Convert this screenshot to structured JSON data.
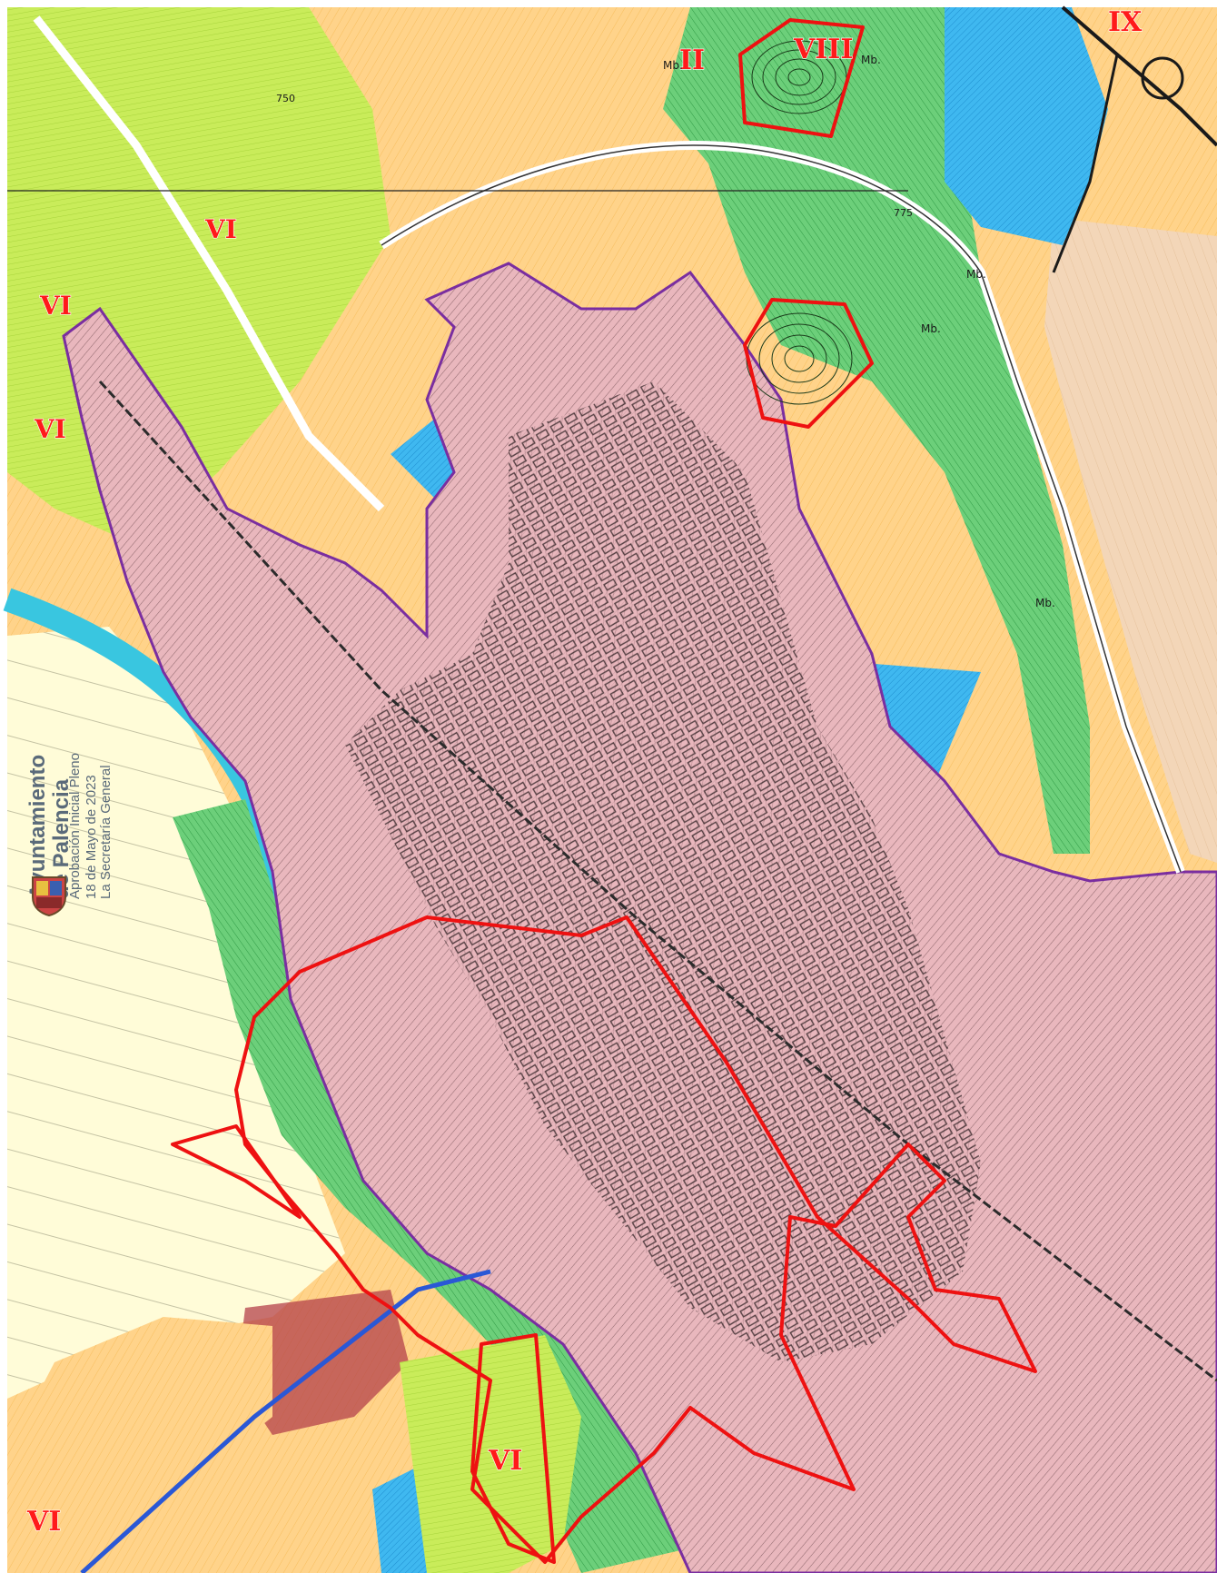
{
  "map": {
    "colors": {
      "background": "#ffffff",
      "urban_consolidated": "#e9b7bd",
      "urban_hatch": "#4a2a2e",
      "urban_boundary": "#7a2ea0",
      "urbanizable": "#ffd38a",
      "rustic_common": "#c9ec5a",
      "protected_green": "#6ccf7a",
      "industrial_blue": "#3fb8f0",
      "general_system_yellow": "#ffe98a",
      "river": "#39c6e0",
      "pale_rustic": "#fffcd8",
      "tan_sector": "#f3d6b8",
      "sector_outline_red": "#ee1111",
      "dark_red_block": "#b4414b"
    },
    "zone_labels": [
      {
        "id": "vi-northwest",
        "text": "VI"
      },
      {
        "id": "vi-west-upper",
        "text": "VI"
      },
      {
        "id": "vi-west-lower",
        "text": "VI"
      },
      {
        "id": "ii-north",
        "text": "II"
      },
      {
        "id": "viii-north",
        "text": "VIII"
      },
      {
        "id": "ix-northeast",
        "text": "IX"
      },
      {
        "id": "vi-south",
        "text": "VI"
      },
      {
        "id": "vi-southwest",
        "text": "VI"
      }
    ],
    "mb_labels": [
      {
        "id": "mb-1",
        "text": "Mb."
      },
      {
        "id": "mb-2",
        "text": "Mb."
      },
      {
        "id": "mb-3",
        "text": "Mb."
      },
      {
        "id": "mb-4",
        "text": "Mb."
      },
      {
        "id": "mb-5",
        "text": "Mb."
      }
    ],
    "contour_labels": [
      {
        "id": "c750",
        "text": "750"
      },
      {
        "id": "c775",
        "text": "775"
      }
    ]
  },
  "stamp": {
    "line1": "Ayuntamiento",
    "line2": "de Palencia",
    "line3": "Aprobación Inicial Pleno",
    "line4": "18 de Mayo de 2023",
    "line5": "La Secretaría General"
  }
}
